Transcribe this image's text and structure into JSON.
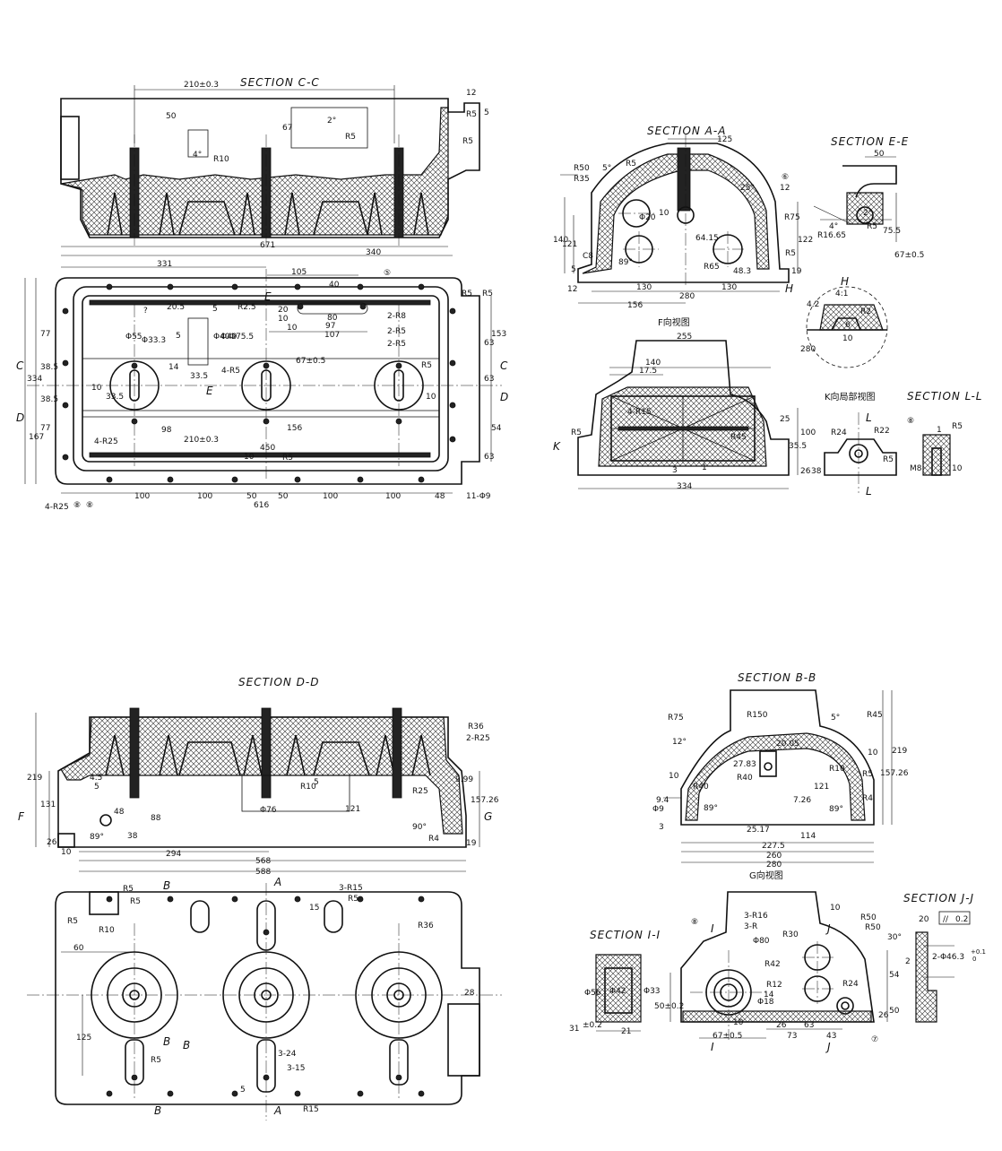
{
  "views": {
    "cc": {
      "title": "SECTION C-C",
      "dims": [
        "210±0.3",
        "12",
        "5",
        "50",
        "67",
        "2°",
        "R5",
        "R5",
        "R5",
        "4°",
        "R10",
        "671"
      ]
    },
    "plan1": {
      "dims": [
        "340",
        "331",
        "105",
        "40",
        "20.5",
        "R2.5",
        "5",
        "?",
        "20",
        "10",
        "10",
        "80",
        "97",
        "107",
        "2-R8",
        "2-R5",
        "2-R5",
        "Φ55",
        "Φ33.3",
        "Φ40",
        "Φ49",
        "Φ75.5",
        "5",
        "14",
        "33.5",
        "4-R5",
        "67±0.5",
        "R5",
        "33.5",
        "77",
        "38.5",
        "334",
        "38.5",
        "77",
        "167",
        "153",
        "63",
        "63",
        "54",
        "63",
        "4-R25",
        "98",
        "210±0.3",
        "156",
        "450",
        "10",
        "R5",
        "100",
        "100",
        "50",
        "50",
        "100",
        "100",
        "48",
        "616",
        "11-Φ9",
        "4-R25",
        "R5",
        "R5",
        "10",
        "10"
      ],
      "labels": [
        "C",
        "C",
        "D",
        "D",
        "E",
        "E"
      ],
      "callouts": [
        "⑤",
        "⑧",
        "⑧"
      ]
    },
    "aa": {
      "title": "SECTION A-A",
      "dims": [
        "125",
        "R50",
        "R35",
        "5°",
        "R5",
        "⑥",
        "12",
        "25°",
        "R75",
        "Φ20",
        "10",
        "64.15",
        "140",
        "121",
        "C8",
        "5",
        "89°",
        "R65",
        "48.3",
        "R5",
        "122",
        "19",
        "12",
        "130",
        "280",
        "130",
        "156"
      ],
      "labels": [
        "H"
      ]
    },
    "ee": {
      "title": "SECTION E-E",
      "dims": [
        "50",
        "4°",
        "2°",
        "R16.65",
        "R5",
        "75.5",
        "67±0.5"
      ]
    },
    "h": {
      "title": "H",
      "scale": "4:1",
      "dims": [
        "4.2",
        "R2",
        "10",
        "6",
        "280"
      ]
    },
    "f": {
      "title": "F向视图",
      "dims": [
        "255",
        "140",
        "17.5",
        "4-R15",
        "R45",
        "25",
        "35.5",
        "100",
        "26",
        "38",
        "3",
        "1",
        "334",
        "R5"
      ],
      "labels": [
        "K"
      ]
    },
    "k": {
      "title": "K向局部视图",
      "dims": [
        "R24",
        "R22",
        "R5"
      ],
      "labels": [
        "L",
        "L"
      ]
    },
    "ll": {
      "title": "SECTION L-L",
      "dims": [
        "⑧",
        "1",
        "R5",
        "M8",
        "10"
      ]
    },
    "dd": {
      "title": "SECTION D-D",
      "dims": [
        "R36",
        "2-R25",
        "219",
        "131",
        "4.5",
        "5",
        "48",
        "88",
        "38",
        "5",
        "R10",
        "Φ76",
        "121",
        "9.99",
        "157.26",
        "R25",
        "90°",
        "R4",
        "19",
        "26",
        "10",
        "89°",
        "294",
        "568",
        "588"
      ],
      "labels": [
        "F",
        "G"
      ]
    },
    "plan2": {
      "dims": [
        "3-R15",
        "R5",
        "R5",
        "R10",
        "R5",
        "60",
        "15",
        "R5",
        "R36",
        "28",
        "125",
        "3-24",
        "3-15",
        "R5",
        "5",
        "R15"
      ],
      "labels": [
        "B",
        "B",
        "B",
        "B",
        "A",
        "A"
      ]
    },
    "bb": {
      "title": "SECTION B-B",
      "dims": [
        "R75",
        "R150",
        "R45",
        "5°",
        "12°",
        "20.05",
        "10",
        "R40",
        "27.83",
        "R10",
        "R5",
        "121",
        "157.26",
        "219",
        "10",
        "R40",
        "9.4",
        "Φ9",
        "89°",
        "7.26",
        "89°",
        "R4",
        "3",
        "25.17",
        "114",
        "227.5",
        "260",
        "280"
      ]
    },
    "g": {
      "title": "G向视图",
      "dims": [
        "3-R16",
        "R50",
        "R50",
        "Φ80",
        "R42",
        "R12",
        "R30",
        "R24",
        "10",
        "Φ18",
        "14",
        "50±0.2",
        "67±0.5",
        "26",
        "63",
        "73",
        "43",
        "54",
        "26",
        "50",
        "10",
        "3-R",
        "I",
        "I",
        "J",
        "J"
      ],
      "callouts": [
        "⑧",
        "⑦"
      ]
    },
    "ii": {
      "title": "SECTION I-I",
      "dims": [
        "Φ56",
        "Φ42",
        "Φ33",
        "31",
        "±0.2",
        "21"
      ]
    },
    "jj": {
      "title": "SECTION J-J",
      "dims": [
        "20",
        "0.2",
        "30°",
        "2",
        "2-Φ46.3",
        "+0.1",
        "0"
      ],
      "tol_symbol": "//"
    }
  }
}
